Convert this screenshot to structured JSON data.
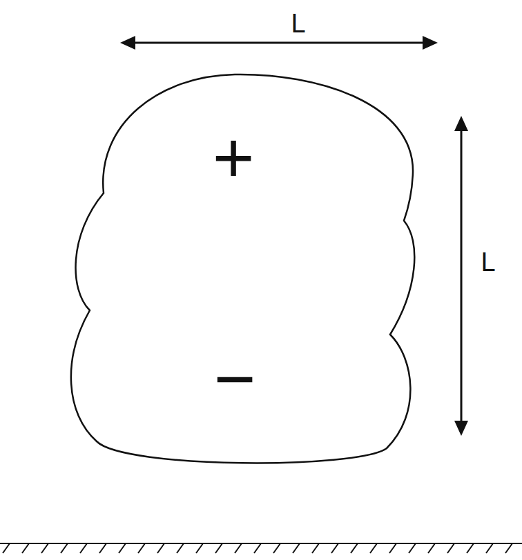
{
  "diagram": {
    "nodes": [
      {
        "text": [
          "+",
          "−"
        ]
      }
    ],
    "labels": [
      "L",
      "L"
    ]
  }
}
